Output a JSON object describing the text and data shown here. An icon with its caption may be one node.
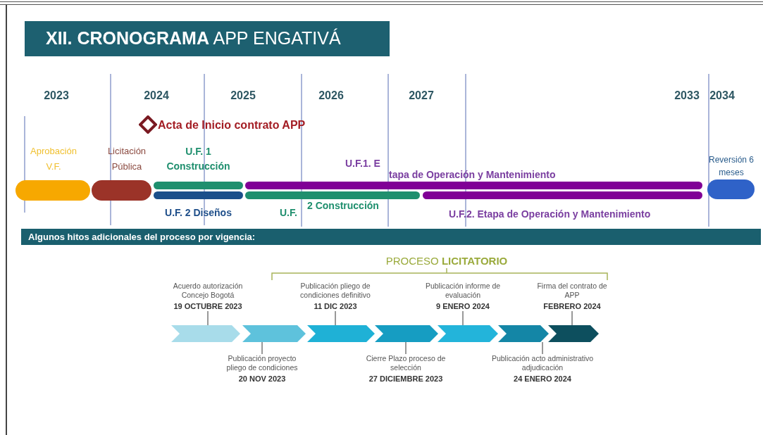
{
  "diagram": {
    "title": "**XII. CRONOGRAMA** APP ENGATIVÁ",
    "nodes": [
      {
        "text": [
          "Aprobación V.F."
        ]
      },
      {
        "text": [
          "Licitación Pública"
        ]
      },
      {
        "text": [
          "U.F. 1 Construcción"
        ]
      },
      {
        "text": [
          "U.F. 2 Diseños"
        ]
      },
      {
        "text": [
          "U.F.1. E",
          "tapa de Operación y Mantenimiento"
        ]
      },
      {
        "text": [
          "U.F.",
          "2 Construcción"
        ]
      },
      {
        "text": [
          "U.F.2. Etapa de Operación y Mantenimiento"
        ]
      },
      {
        "text": [
          "Reversión 6 meses"
        ]
      },
      {
        "text": [
          "Algunos hitos adicionales del proceso por vigencia:"
        ]
      },
      {
        "text": [],
        "shape": "chevron"
      },
      {
        "text": [],
        "shape": "chevron"
      },
      {
        "text": [],
        "shape": "chevron"
      },
      {
        "text": [],
        "shape": "chevron"
      },
      {
        "text": [],
        "shape": "chevron"
      },
      {
        "text": [],
        "shape": "chevron"
      },
      {
        "text": [],
        "shape": "chevron"
      },
      {
        "text": [
          "Acuerdo autorización Concejo Bogotá",
          "19 OCTUBRE 2023"
        ]
      },
      {
        "text": [
          "Publicación proyecto pliego de condiciones",
          "20 NOV 2023"
        ]
      },
      {
        "text": [
          "Publicación pliego de condiciones definitivo",
          "11 DIC 2023"
        ]
      },
      {
        "text": [
          "Cierre Plazo proceso de selección",
          "27 DICIEMBRE 2023"
        ]
      },
      {
        "text": [
          "Publicación informe de evaluación",
          "9 ENERO 2024"
        ]
      },
      {
        "text": [
          "Publicación acto administrativo adjudicación",
          "24 ENERO 2024"
        ]
      },
      {
        "text": [
          "Firma del contrato de APP",
          "FEBRERO 2024"
        ]
      }
    ],
    "edges": [
      {
        "from": 16,
        "to": 9,
        "arrow": "none"
      },
      {
        "from": 17,
        "to": 10,
        "arrow": "none"
      },
      {
        "from": 18,
        "to": 11,
        "arrow": "none"
      },
      {
        "from": 19,
        "to": 12,
        "arrow": "none"
      },
      {
        "from": 20,
        "to": 13,
        "arrow": "none"
      },
      {
        "from": 21,
        "to": 14,
        "arrow": "none"
      },
      {
        "from": 22,
        "to": 15,
        "arrow": "none"
      }
    ],
    "labels": [
      "2023",
      "2024",
      "2025",
      "2026",
      "2027",
      "2033",
      "2034",
      "Acta de Inicio contrato APP",
      "PROCESO **LICITATORIO**"
    ]
  }
}
